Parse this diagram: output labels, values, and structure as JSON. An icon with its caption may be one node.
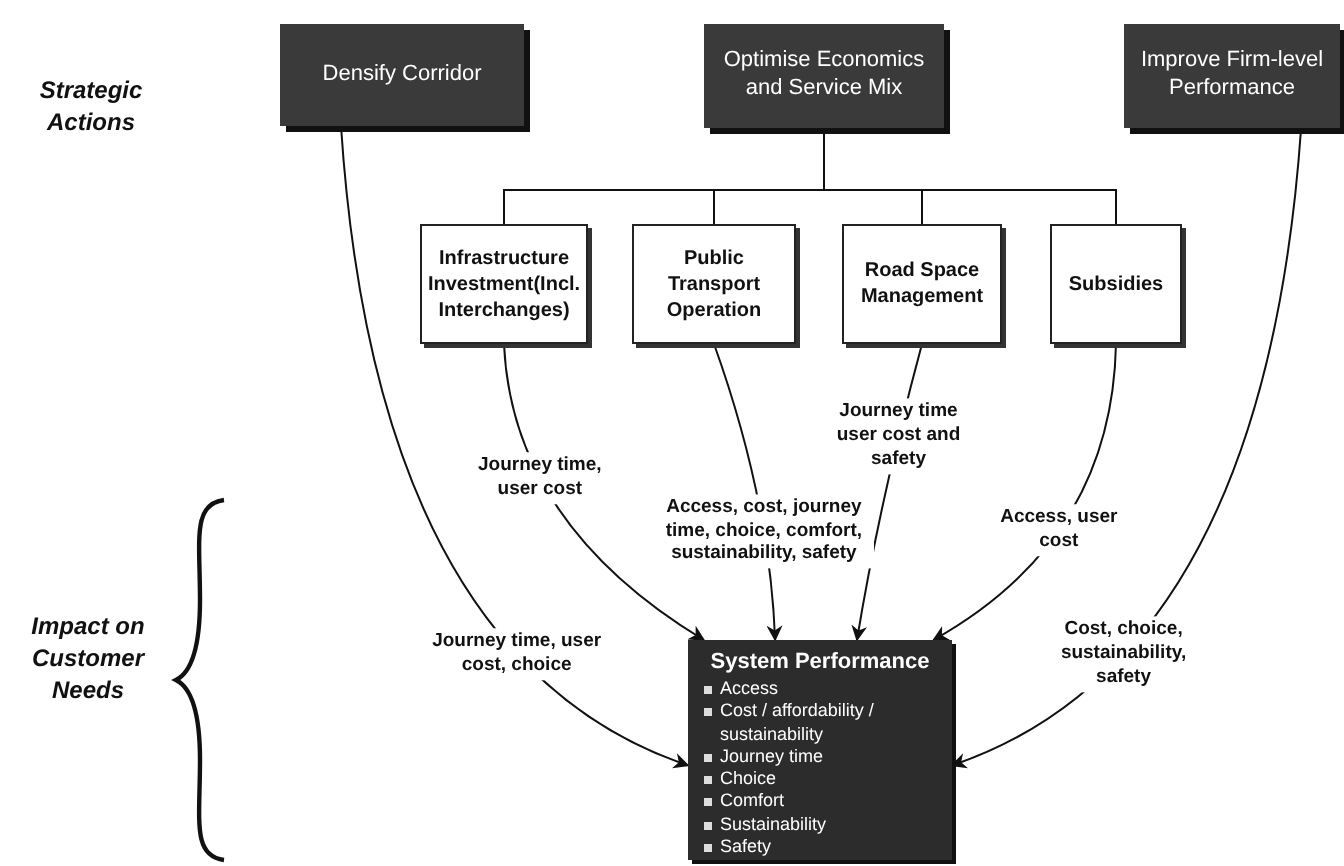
{
  "diagram": {
    "nodes": [
      {
        "text": [
          "Densify Corridor"
        ]
      },
      {
        "text": [
          "Optimise Economics and Service Mix"
        ]
      },
      {
        "text": [
          "Improve Firm-level Performance"
        ]
      },
      {
        "text": [
          "Infrastructure Investment(Incl. Interchanges)"
        ]
      },
      {
        "text": [
          "Public Transport Operation"
        ]
      },
      {
        "text": [
          "Road Space Management"
        ]
      },
      {
        "text": [
          "Subsidies"
        ]
      },
      {
        "text": [
          "System Performance",
          "Access",
          "Cost / affordability / sustainability",
          "Journey time",
          "Choice",
          "Comfort",
          "Sustainability",
          "Safety"
        ]
      }
    ],
    "edges": [
      {
        "from": 1,
        "to": 3,
        "arrow": "none"
      },
      {
        "from": 1,
        "to": 4,
        "arrow": "none"
      },
      {
        "from": 1,
        "to": 5,
        "arrow": "none"
      },
      {
        "from": 1,
        "to": 6,
        "arrow": "none"
      },
      {
        "from": 0,
        "to": 7,
        "arrow": "to",
        "label": "Journey time, user cost, choice"
      },
      {
        "from": 3,
        "to": 7,
        "arrow": "to",
        "label": "Journey time, user cost"
      },
      {
        "from": 4,
        "to": 7,
        "arrow": "to",
        "label": "Access, cost, journey time, choice, comfort, sustainability, safety"
      },
      {
        "from": 5,
        "to": 7,
        "arrow": "to",
        "label": "Journey time user cost and safety"
      },
      {
        "from": 6,
        "to": 7,
        "arrow": "to",
        "label": "Access, user cost"
      },
      {
        "from": 2,
        "to": 7,
        "arrow": "to",
        "label": "Cost, choice, sustainability, safety"
      }
    ],
    "labels": [
      "Strategic Actions",
      "Impact on Customer Needs"
    ]
  }
}
